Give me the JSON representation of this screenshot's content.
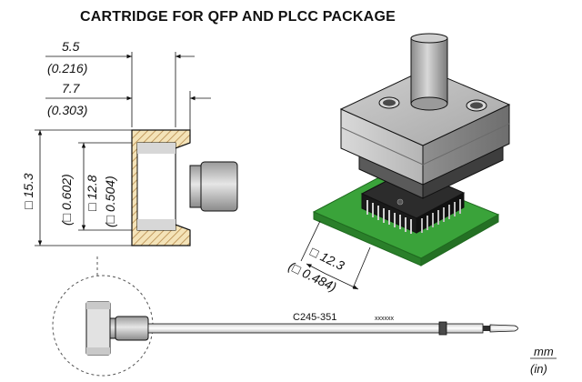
{
  "title": "CARTRIDGE FOR QFP AND PLCC PACKAGE",
  "dimensions": {
    "inner_width_mm": "5.5",
    "inner_width_in": "(0.216)",
    "outer_width_mm": "7.7",
    "outer_width_in": "(0.303)",
    "outer_square_mm": "□ 15.3",
    "outer_square_in": "(□ 0.602)",
    "inner_square_mm": "□ 12.8",
    "inner_square_in": "(□ 0.504)",
    "package_square_mm": "□ 12.3",
    "package_square_in": "(□ 0.484)"
  },
  "tip": {
    "part_number": "C245-351",
    "marking": "xxxxxx"
  },
  "units": {
    "primary": "mm",
    "secondary": "(in)"
  },
  "colors": {
    "pcb": "#3aa33a",
    "cartridge_body": "#9a9a9a",
    "hatch": "#caa060",
    "line": "#111111"
  }
}
